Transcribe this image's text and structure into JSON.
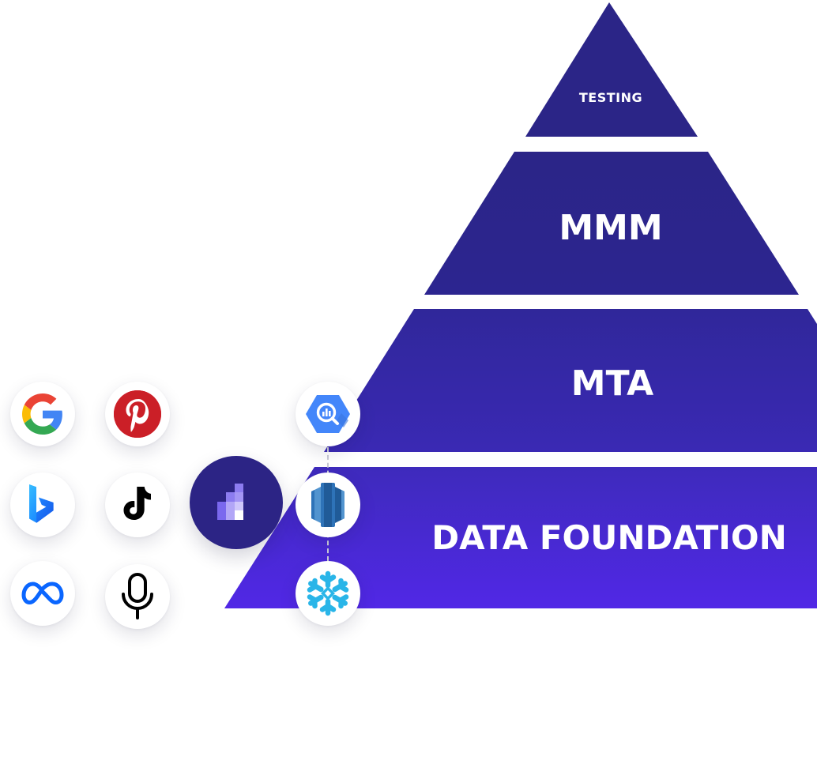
{
  "pyramid": {
    "tiers": [
      {
        "label": "TESTING",
        "color_top": "#2b2587",
        "color_bottom": "#2b2587"
      },
      {
        "label": "MMM",
        "color_top": "#2b2587",
        "color_bottom": "#2c2590"
      },
      {
        "label": "MTA",
        "color_top": "#30279a",
        "color_bottom": "#3a29b4"
      },
      {
        "label": "DATA FOUNDATION",
        "color_top": "#3e2abc",
        "color_bottom": "#5128e6"
      }
    ]
  },
  "sources": {
    "ad_platforms": [
      {
        "icon": "google-icon"
      },
      {
        "icon": "pinterest-icon"
      },
      {
        "icon": "bing-icon"
      },
      {
        "icon": "tiktok-icon"
      },
      {
        "icon": "meta-icon"
      },
      {
        "icon": "podcast-microphone-icon"
      }
    ],
    "hub": {
      "icon": "platform-logo-icon",
      "color": "#2c2485"
    },
    "warehouses": [
      {
        "icon": "bigquery-icon"
      },
      {
        "icon": "redshift-icon"
      },
      {
        "icon": "snowflake-icon"
      }
    ]
  }
}
